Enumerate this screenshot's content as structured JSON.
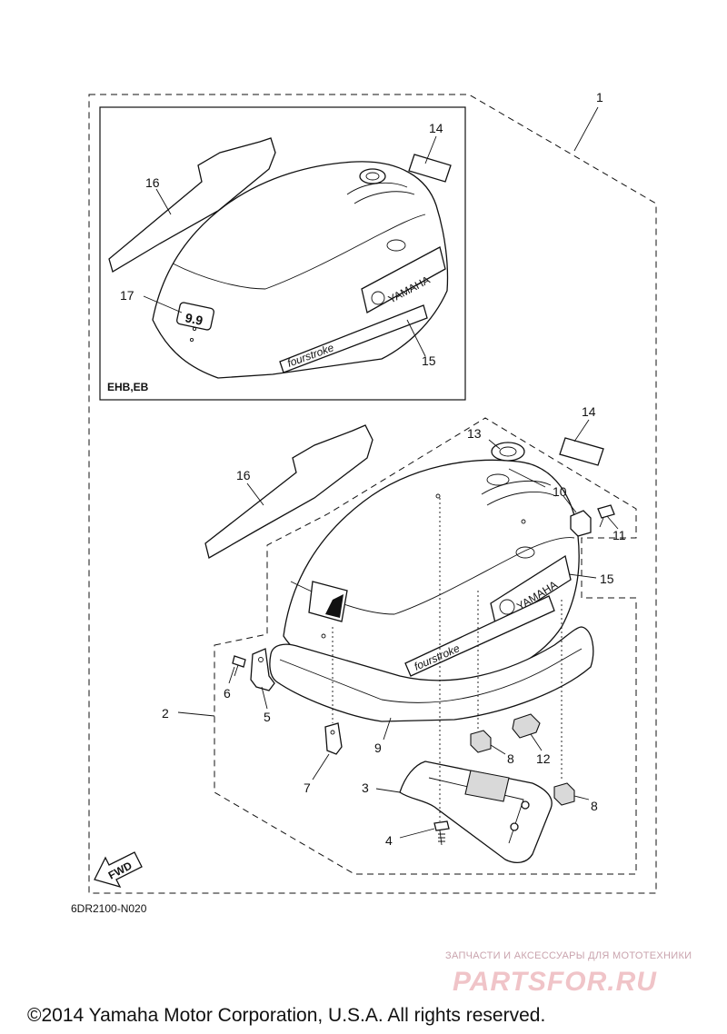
{
  "diagram": {
    "callouts": {
      "c1": "1",
      "c2": "2",
      "c3": "3",
      "c4": "4",
      "c5": "5",
      "c6": "6",
      "c7": "7",
      "c8a": "8",
      "c8b": "8",
      "c9": "9",
      "c10": "10",
      "c11": "11",
      "c12": "12",
      "c13": "13",
      "c14_inset": "14",
      "c14": "14",
      "c15_inset": "15",
      "c15": "15",
      "c16_inset": "16",
      "c16": "16",
      "c17": "17"
    },
    "inset_variant": "EHB,EB",
    "fwd_label": "FWD",
    "badge_text": "9.9",
    "brand_text": "YAMAHA",
    "stripe_text": "fourstroke",
    "drawing_number": "6DR2100-N020"
  },
  "watermark": {
    "tagline": "ЗАПЧАСТИ И АКСЕССУАРЫ ДЛЯ МОТОТЕХНИКИ",
    "logo_text": "PARTSFOR.RU"
  },
  "footer": {
    "copyright": "©2014 Yamaha Motor Corporation, U.S.A. All rights reserved."
  }
}
